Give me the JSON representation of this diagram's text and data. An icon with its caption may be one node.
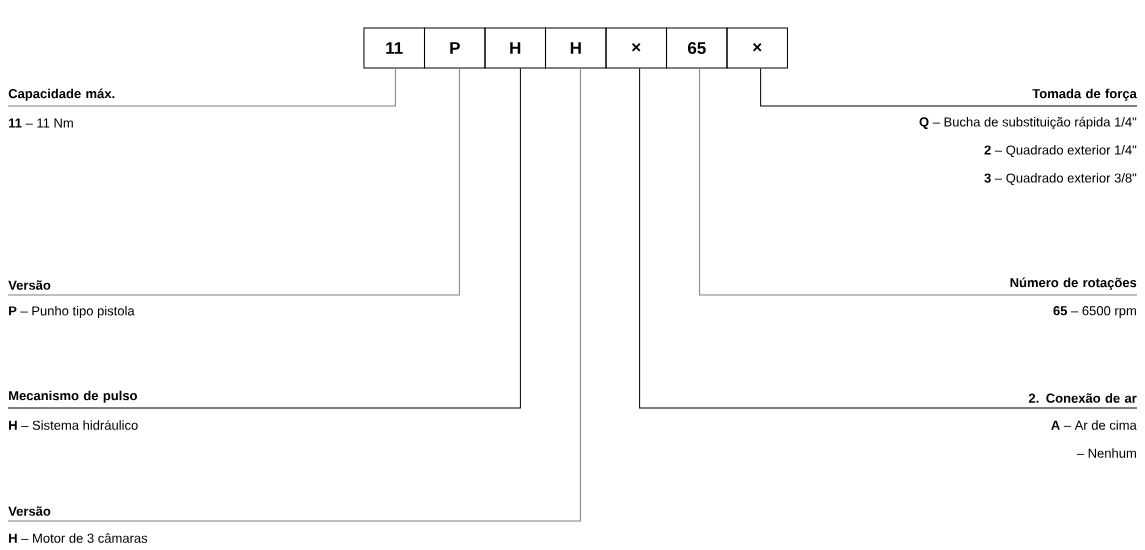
{
  "diagram": {
    "nodes": [
      {
        "text": [
          "11"
        ]
      },
      {
        "text": [
          "P"
        ]
      },
      {
        "text": [
          "H"
        ]
      },
      {
        "text": [
          "H"
        ]
      },
      {
        "text": [
          "×"
        ]
      },
      {
        "text": [
          "65"
        ]
      },
      {
        "text": [
          "×"
        ]
      },
      {
        "text": [
          "Capacidade máx."
        ],
        "beside": [
          "**11** – 11 Nm"
        ]
      },
      {
        "text": [
          "Tomada de força"
        ],
        "beside": [
          "**Q** –   Bucha de substituição rápida 1/4\"",
          "**2** –   Quadrado exterior 1/4\"",
          "**3** –   Quadrado exterior 3/8\""
        ]
      },
      {
        "text": [
          "Versão"
        ],
        "beside": [
          "**P** – Punho tipo pistola"
        ]
      },
      {
        "text": [
          "Número de rotações"
        ],
        "beside": [
          "**65** – 6500 rpm"
        ]
      },
      {
        "text": [
          "Mecanismo de pulso"
        ],
        "beside": [
          "**H** – Sistema hidráulico"
        ]
      },
      {
        "text": [
          "2. Conexão de ar"
        ],
        "beside": [
          "**A** – Ar de cima",
          "– Nenhum"
        ]
      },
      {
        "text": [
          "Versão"
        ],
        "beside": [
          "**H** – Motor de 3 câmaras"
        ]
      }
    ],
    "edges": [
      {
        "from": 0,
        "to": 7,
        "arrow": "none"
      },
      {
        "from": 6,
        "to": 8,
        "arrow": "none",
        "color": "#000000"
      },
      {
        "from": 1,
        "to": 9,
        "arrow": "none"
      },
      {
        "from": 5,
        "to": 10,
        "arrow": "none"
      },
      {
        "from": 2,
        "to": 11,
        "arrow": "none",
        "color": "#000000"
      },
      {
        "from": 4,
        "to": 12,
        "arrow": "none",
        "color": "#000000"
      },
      {
        "from": 3,
        "to": 13,
        "arrow": "none"
      }
    ]
  }
}
